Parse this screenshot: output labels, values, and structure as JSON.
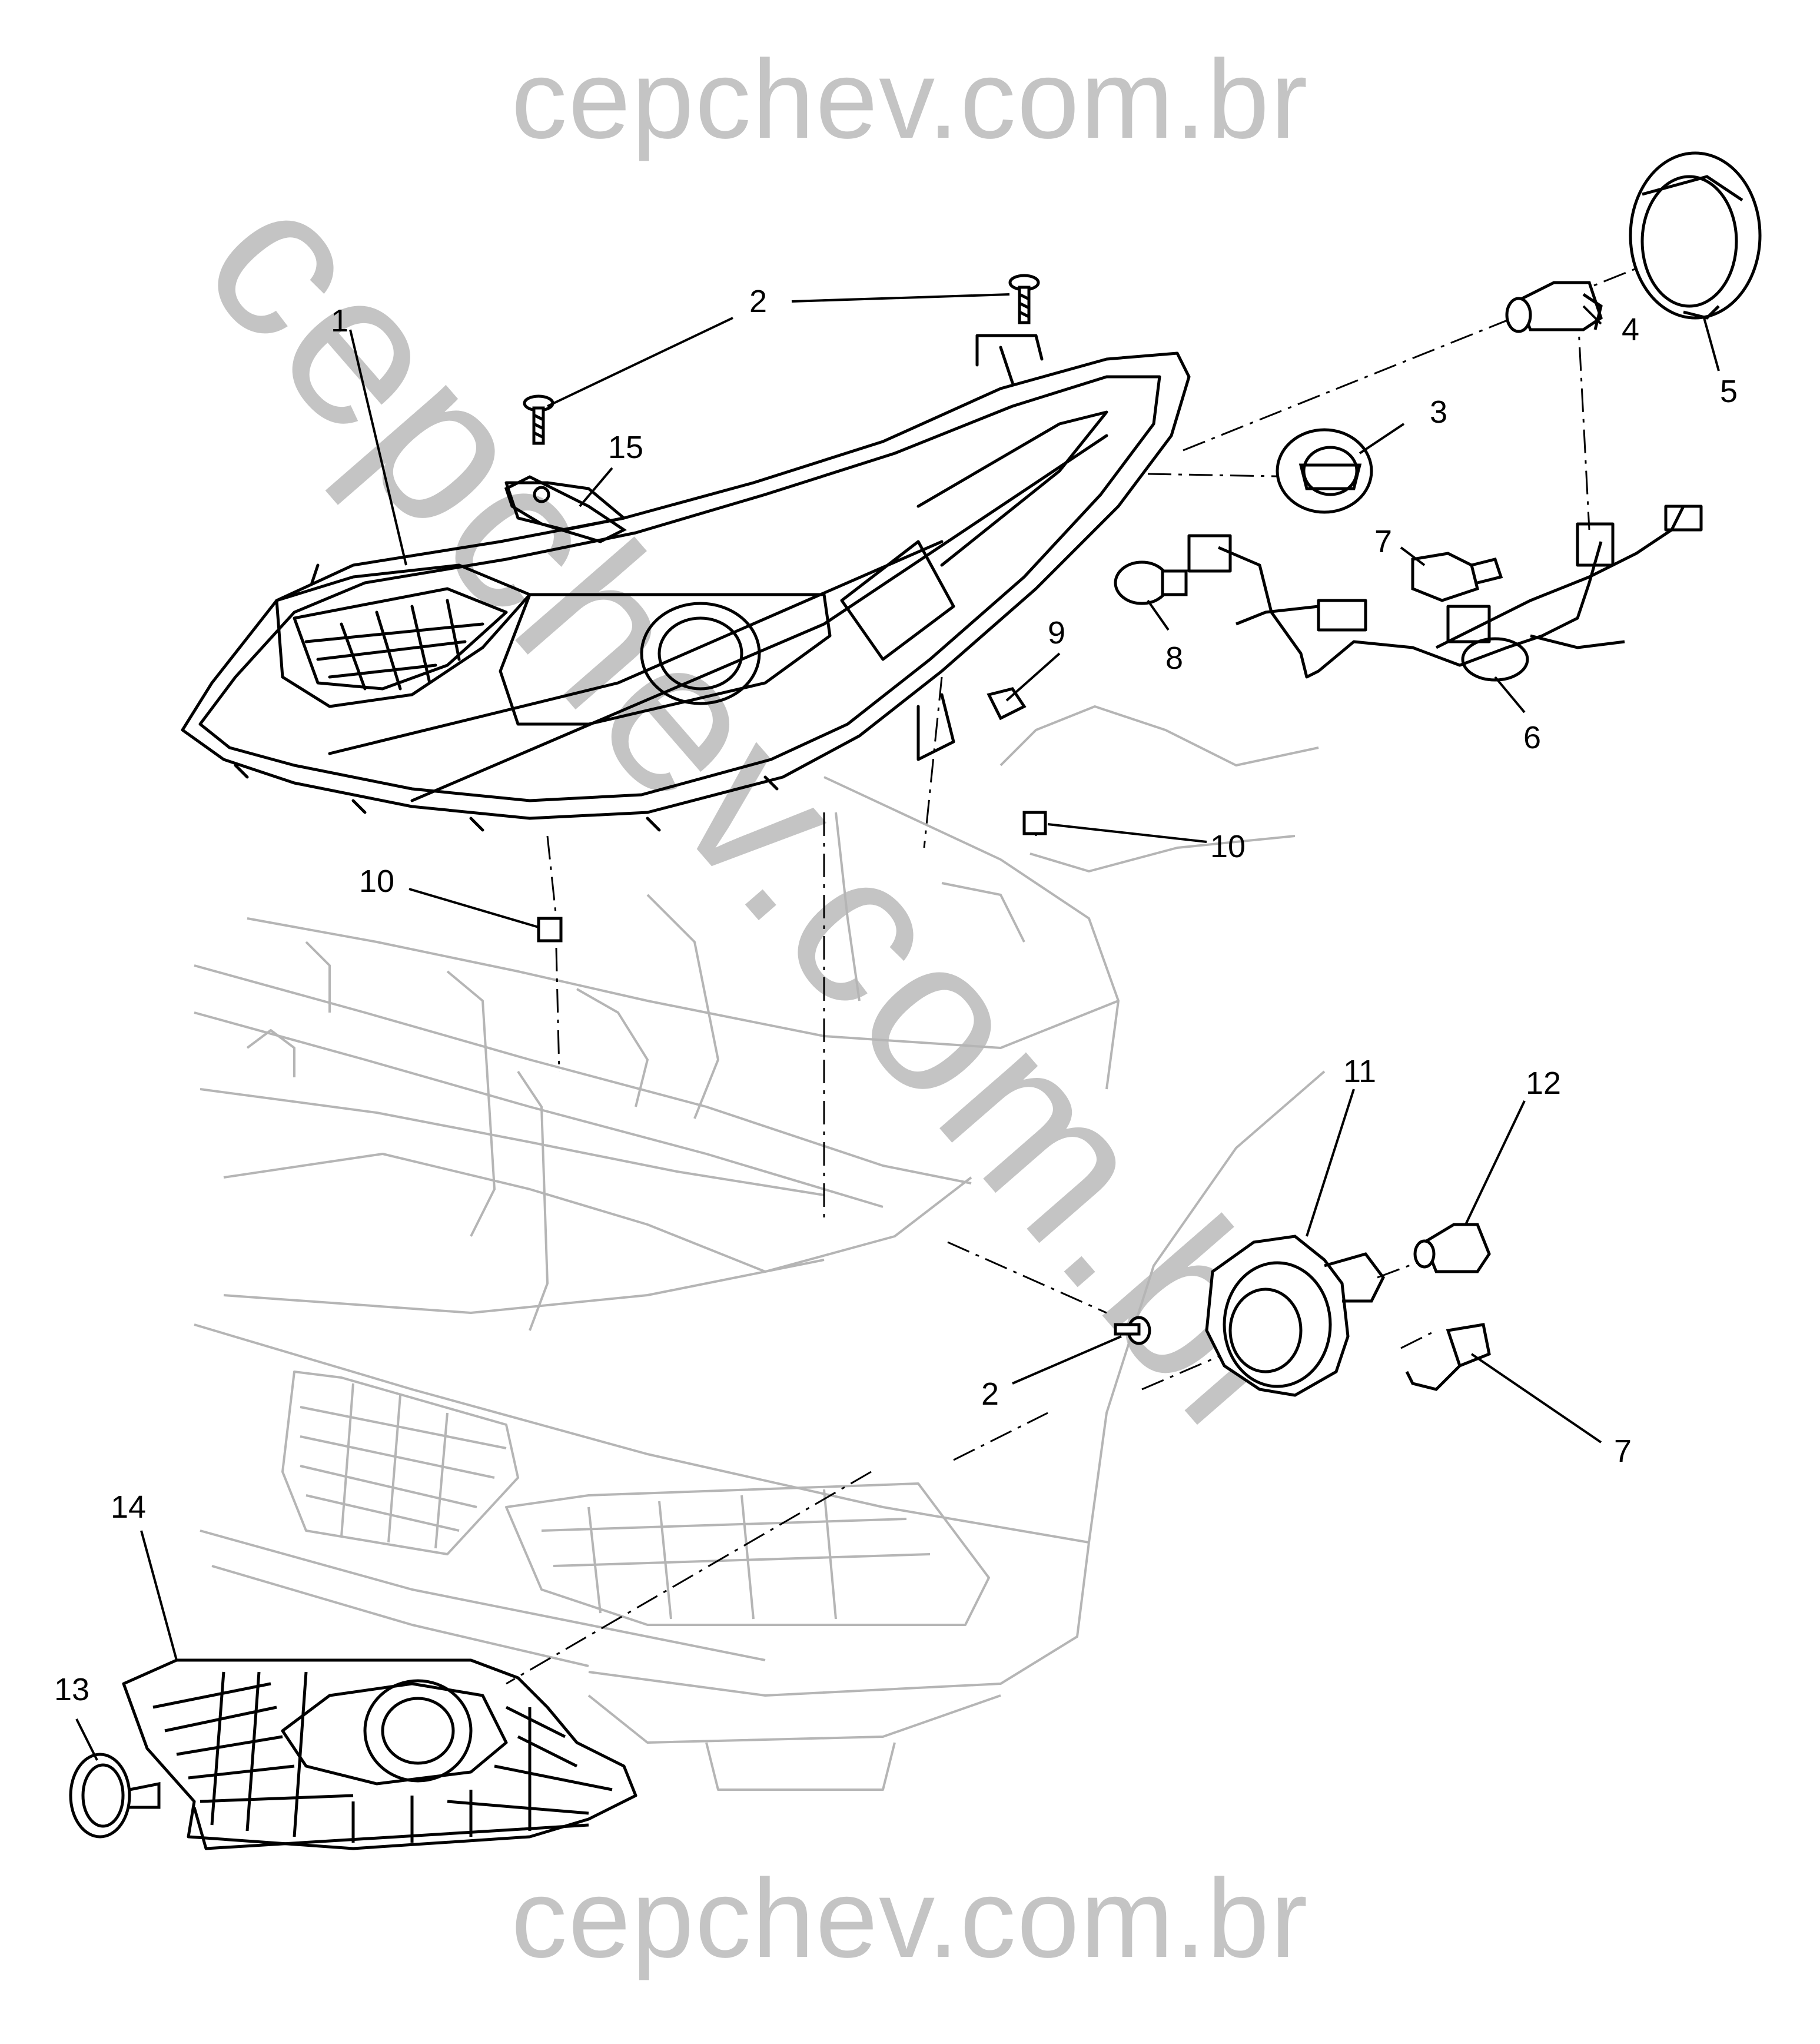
{
  "watermark": {
    "top": "cepchev.com.br",
    "bottom": "cepchev.com.br",
    "diagonal": "cepchev.com.br"
  },
  "colors": {
    "line": "#000000",
    "ghost": "#b5b5b5",
    "watermark": "#c4c4c4"
  },
  "callouts": [
    {
      "id": "c1",
      "label": "1"
    },
    {
      "id": "c2a",
      "label": "2"
    },
    {
      "id": "c3",
      "label": "3"
    },
    {
      "id": "c4",
      "label": "4"
    },
    {
      "id": "c5",
      "label": "5"
    },
    {
      "id": "c15",
      "label": "15"
    },
    {
      "id": "c7a",
      "label": "7"
    },
    {
      "id": "c8",
      "label": "8"
    },
    {
      "id": "c6",
      "label": "6"
    },
    {
      "id": "c9",
      "label": "9"
    },
    {
      "id": "c10a",
      "label": "10"
    },
    {
      "id": "c10b",
      "label": "10"
    },
    {
      "id": "c11",
      "label": "11"
    },
    {
      "id": "c12",
      "label": "12"
    },
    {
      "id": "c2b",
      "label": "2"
    },
    {
      "id": "c7b",
      "label": "7"
    },
    {
      "id": "c14",
      "label": "14"
    },
    {
      "id": "c13",
      "label": "13"
    }
  ]
}
